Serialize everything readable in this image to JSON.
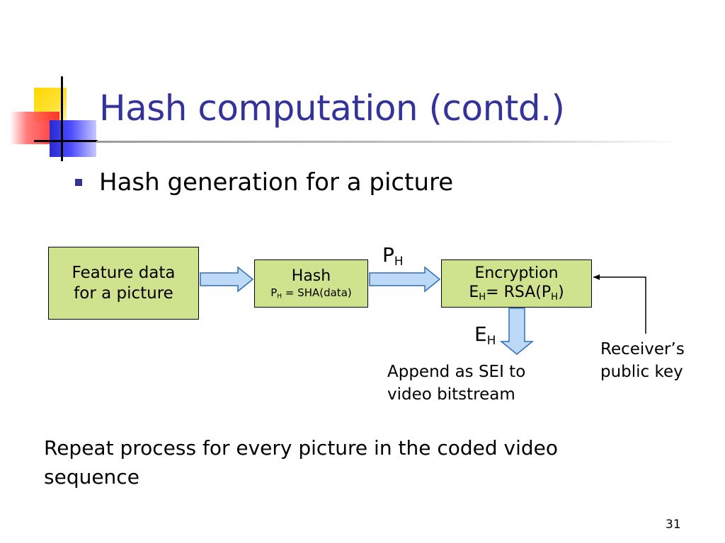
{
  "slide": {
    "title": "Hash computation (contd.)",
    "bullet": "Hash generation for a picture",
    "footer_text": "Repeat process for every picture in the coded video sequence",
    "page_number": "31"
  },
  "diagram": {
    "box_feature": {
      "line1": "Feature data",
      "line2": "for a picture"
    },
    "box_hash": {
      "title": "Hash",
      "formula_p": "P",
      "formula_sub": "H",
      "formula_rest": " = SHA(data)"
    },
    "box_encryption": {
      "title": "Encryption",
      "f1": "E",
      "f1_sub": "H",
      "f2": "= RSA(P",
      "f2_sub": "H",
      "f3": ")"
    },
    "label_ph": {
      "main": "P",
      "sub": "H"
    },
    "label_eh": {
      "main": "E",
      "sub": "H"
    },
    "append_text": {
      "line1": "Append as SEI to",
      "line2": "video bitstream"
    },
    "receiver_text": {
      "line1": "Receiver’s",
      "line2": "public key"
    }
  },
  "colors": {
    "title": "#333399",
    "bullet": "#333399",
    "box_fill": "#cfe28e",
    "arrow_fill": "#bcd9f7",
    "arrow_stroke": "#2f6fb6"
  }
}
